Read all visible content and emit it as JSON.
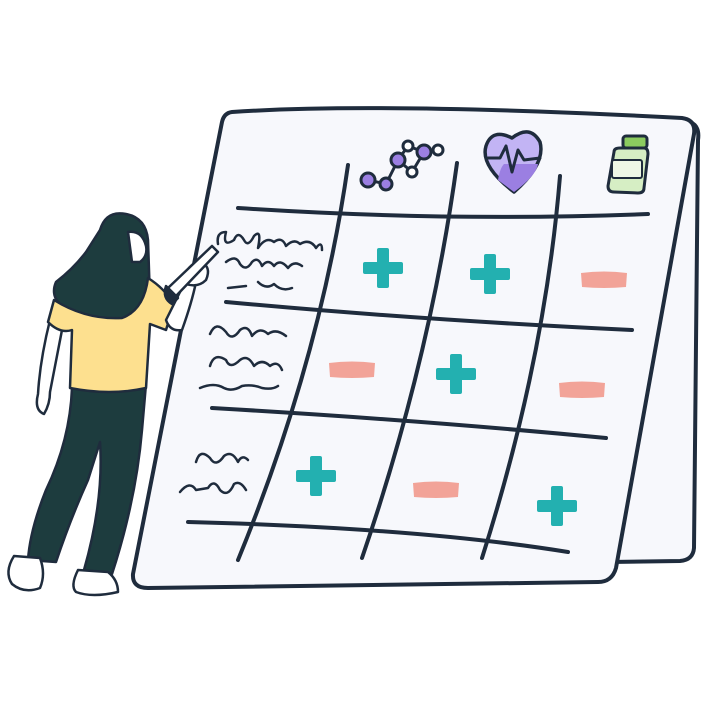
{
  "colors": {
    "ink": "#1f2c3d",
    "board": "#f7f8fc",
    "plus": "#23b0b0",
    "minus": "#f2a398",
    "shirt": "#fde08f",
    "hair": "#1d3c3e",
    "pants": "#1d3c3e",
    "molecule": "#9b7fe2",
    "heart": "#c2b4f4",
    "bottle": "#d6eec4",
    "bottle_cap": "#8ccb5f"
  },
  "board": {
    "column_icons": [
      "molecule-icon",
      "heart-pulse-icon",
      "pill-bottle-icon"
    ],
    "rows": [
      {
        "label_scribble": "handwritten-note",
        "marks": [
          "plus",
          "plus",
          "minus"
        ]
      },
      {
        "label_scribble": "handwritten-note",
        "marks": [
          "minus",
          "plus",
          "minus"
        ]
      },
      {
        "label_scribble": "handwritten-note",
        "marks": [
          "plus",
          "minus",
          "plus"
        ]
      }
    ]
  },
  "person": {
    "action": "writing-on-board",
    "tool": "marker"
  }
}
